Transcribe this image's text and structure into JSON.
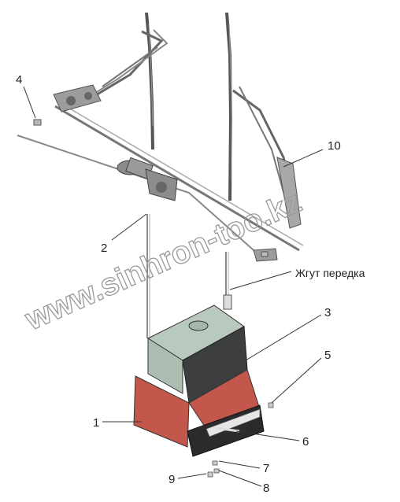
{
  "diagram": {
    "callouts": [
      {
        "id": "1",
        "label": "1"
      },
      {
        "id": "2",
        "label": "2"
      },
      {
        "id": "3",
        "label": "3"
      },
      {
        "id": "4",
        "label": "4"
      },
      {
        "id": "5",
        "label": "5"
      },
      {
        "id": "6",
        "label": "6"
      },
      {
        "id": "7",
        "label": "7"
      },
      {
        "id": "8",
        "label": "8"
      },
      {
        "id": "9",
        "label": "9"
      },
      {
        "id": "10",
        "label": "10"
      }
    ],
    "harness_label": "Жгут передка",
    "watermark": "www.sinhron-too.kz"
  },
  "colors": {
    "tank_top": "#b9c9bd",
    "tank_side": "#3c3f3e",
    "bracket_red": "#c4574b",
    "bracket_dark": "#2b2b2b",
    "metal": "#8f8f8f"
  }
}
